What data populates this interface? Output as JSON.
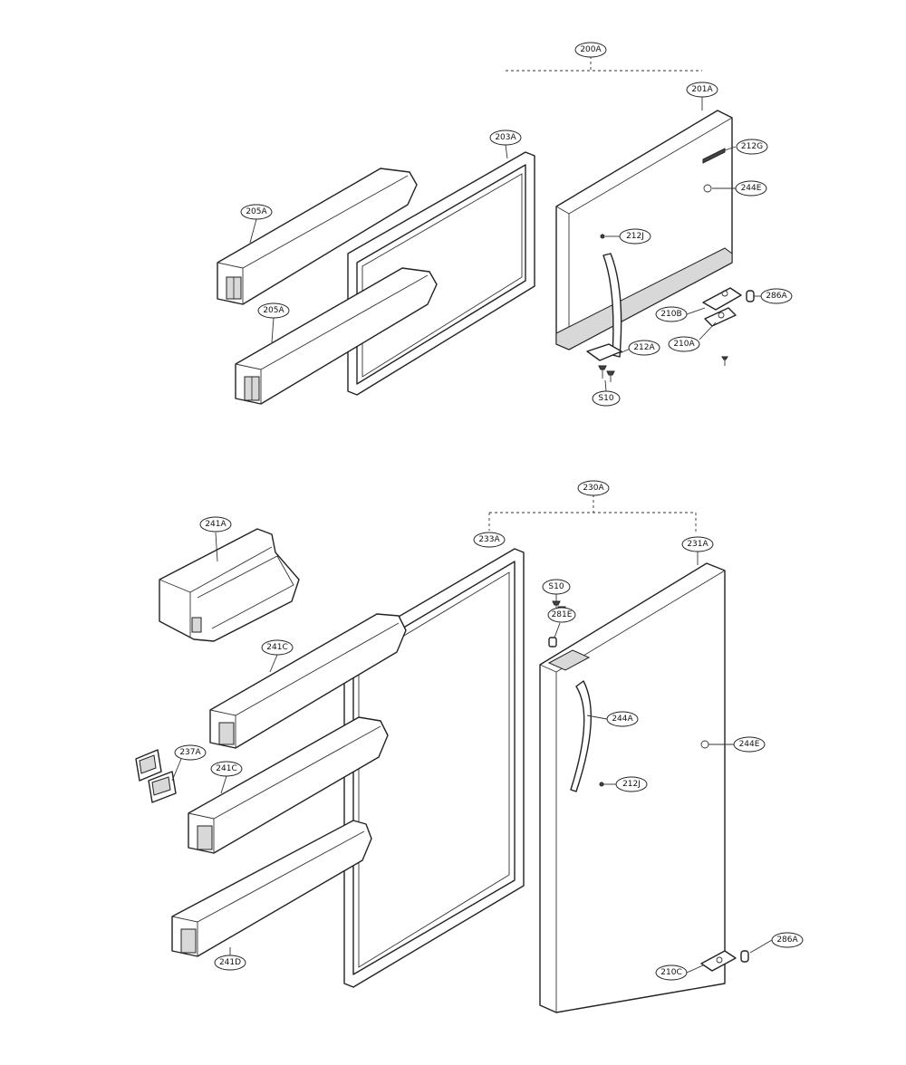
{
  "labels": {
    "freezer_door_assy": "200A",
    "freezer_door": "201A",
    "freezer_gasket": "203A",
    "freezer_basket_upper": "205A",
    "freezer_basket_lower": "205A",
    "freezer_handle_top": "212G",
    "freezer_screw_cover": "244E",
    "freezer_handle_screw": "212J",
    "freezer_cap": "286A",
    "freezer_hinge_b": "210B",
    "freezer_hinge_a": "210A",
    "freezer_handle": "212A",
    "freezer_screw": "S10",
    "fridge_door_assy": "230A",
    "fridge_gasket": "233A",
    "fridge_door": "231A",
    "dairy_basket": "241A",
    "fridge_screw": "S10",
    "fridge_hinge_pin": "281E",
    "basket_upper": "241C",
    "basket_middle": "241C",
    "fridge_handle": "244A",
    "fridge_screw_cover": "244E",
    "egg_tray": "237A",
    "fridge_handle_screw": "212J",
    "basket_bottom": "241D",
    "fridge_cap": "286A",
    "fridge_hinge": "210C"
  }
}
